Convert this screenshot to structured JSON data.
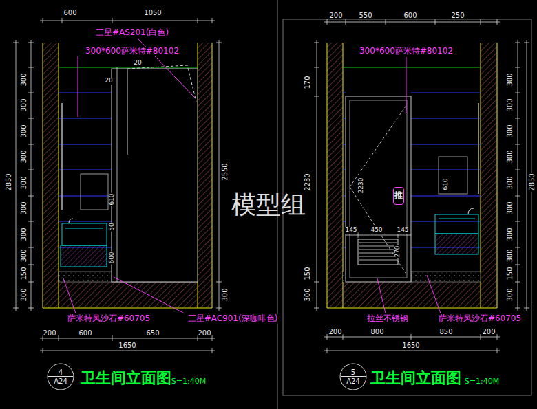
{
  "diagram": {
    "nodes": [
      {
        "text": [
          "推"
        ]
      },
      {
        "text": [
          "4",
          "A24"
        ]
      },
      {
        "text": [
          "5",
          "A24"
        ]
      }
    ],
    "labels": [
      "600",
      "1050",
      "三星#AS201(白色)",
      "300*600萨米特#80102",
      "2850",
      "300",
      "300",
      "300",
      "300",
      "300",
      "300",
      "300",
      "300",
      "150",
      "300",
      "2550",
      "300",
      "20",
      "20",
      "610",
      "50",
      "600",
      "萨米特风沙石#60705",
      "三星#AC901(深咖啡色)",
      "200",
      "600",
      "650",
      "200",
      "1650",
      "卫生间立面图",
      "S=1:40M",
      "200",
      "550",
      "600",
      "250",
      "300*600萨米特#80102",
      "170",
      "2230",
      "150",
      "300",
      "2230",
      "145",
      "450",
      "145",
      "270",
      "610",
      "300",
      "300",
      "300",
      "300",
      "300",
      "300",
      "300",
      "300",
      "150",
      "300",
      "2850",
      "拉丝不锈钢",
      "萨米特风沙石#60705",
      "200",
      "800",
      "850",
      "200",
      "1650",
      "卫生间立面图",
      "S=1:40M",
      "模型组"
    ]
  }
}
